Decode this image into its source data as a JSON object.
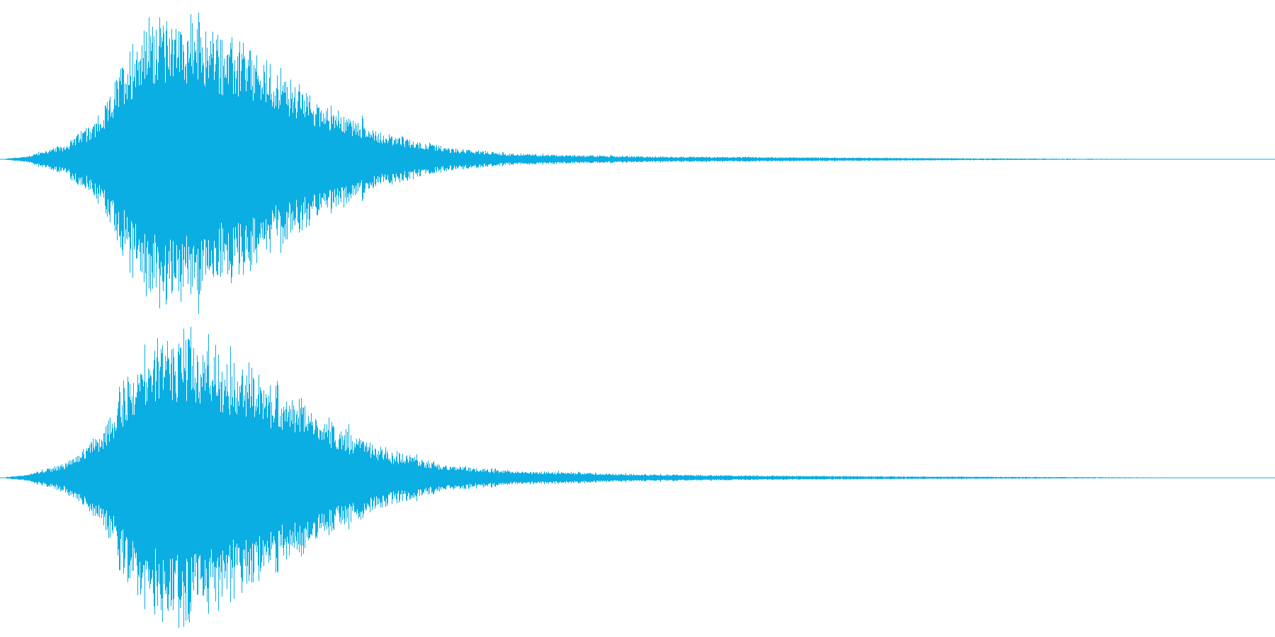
{
  "chart_data": {
    "type": "area",
    "description_free": true,
    "color": "#0aaee3",
    "x": [
      0,
      0.02,
      0.05,
      0.08,
      0.1,
      0.12,
      0.15,
      0.2,
      0.25,
      0.3,
      0.35,
      0.4,
      0.5,
      0.6,
      0.7,
      0.8,
      1.0
    ],
    "series": [
      {
        "channel": 1,
        "envelope": [
          0.0,
          0.02,
          0.1,
          0.3,
          0.75,
          0.98,
          0.95,
          0.7,
          0.4,
          0.18,
          0.08,
          0.04,
          0.02,
          0.015,
          0.01,
          0.005,
          0.0
        ]
      },
      {
        "channel": 2,
        "envelope": [
          0.0,
          0.02,
          0.1,
          0.3,
          0.72,
          0.96,
          0.97,
          0.72,
          0.42,
          0.2,
          0.09,
          0.05,
          0.025,
          0.015,
          0.01,
          0.006,
          0.0
        ]
      }
    ],
    "ylim": [
      -1,
      1
    ],
    "grid": false,
    "legend": "none"
  }
}
